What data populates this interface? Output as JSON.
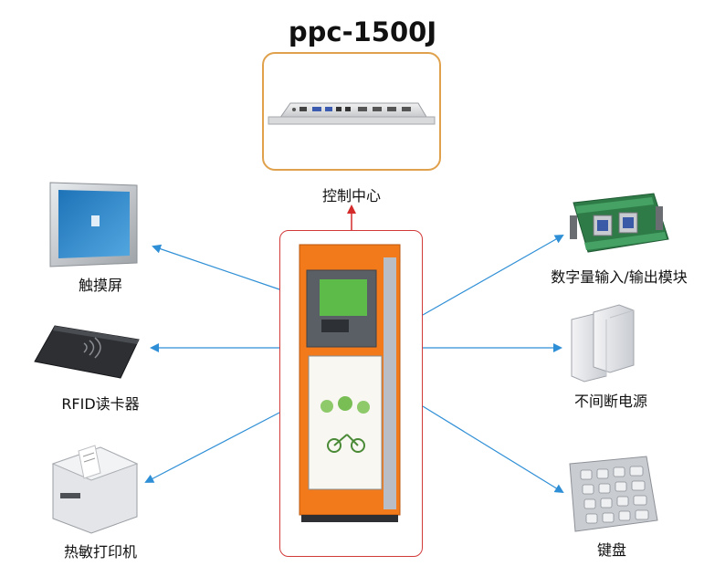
{
  "title": "ppc-1500J",
  "center": {
    "label": "控制中心"
  },
  "devices": {
    "touch_screen": "触摸屏",
    "rfid_reader": "RFID读卡器",
    "thermal_printer": "热敏打印机",
    "io_module": "数字量输入/输出模块",
    "ups": "不间断电源",
    "keyboard": "键盘"
  },
  "colors": {
    "arrow_blue": "#2f8fd6",
    "arrow_red": "#d42a2a",
    "kiosk_orange": "#f27a1a",
    "box_border": "#e0a14d"
  }
}
